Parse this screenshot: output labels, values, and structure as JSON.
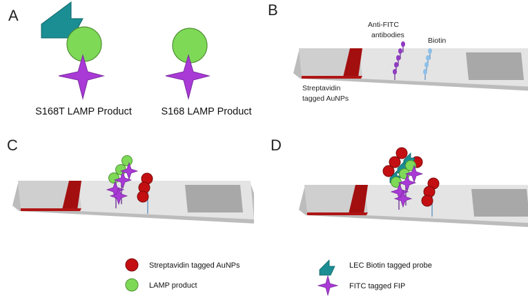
{
  "panels": {
    "a": {
      "letter": "A",
      "product_s168t": "S168T LAMP Product",
      "product_s168": "S168 LAMP Product"
    },
    "b": {
      "letter": "B",
      "anti_fitc_line1": "Anti-FITC",
      "anti_fitc_line2": "antibodies",
      "biotin": "Biotin",
      "strep_line1": "Streptavidin",
      "strep_line2": "tagged AuNPs"
    },
    "c": {
      "letter": "C"
    },
    "d": {
      "letter": "D"
    }
  },
  "legend": {
    "aunp": "Streptavidin tagged AuNPs",
    "lamp": "LAMP product",
    "lec_probe": "LEC Biotin tagged probe",
    "fitc_fip": "FITC tagged FIP"
  },
  "colors": {
    "teal_probe": "#1b8e93",
    "lamp_green": "#7ed957",
    "fitc_purple": "#a93ad6",
    "aunp_red": "#c40f12",
    "antibody_purple": "#8f3cc1",
    "biotin_blue": "#8ec0e8",
    "strip_light": "#e2e2e2",
    "strip_pad_gray": "#a8a8a8",
    "conjugate_pad_red": "#a30f0f"
  }
}
